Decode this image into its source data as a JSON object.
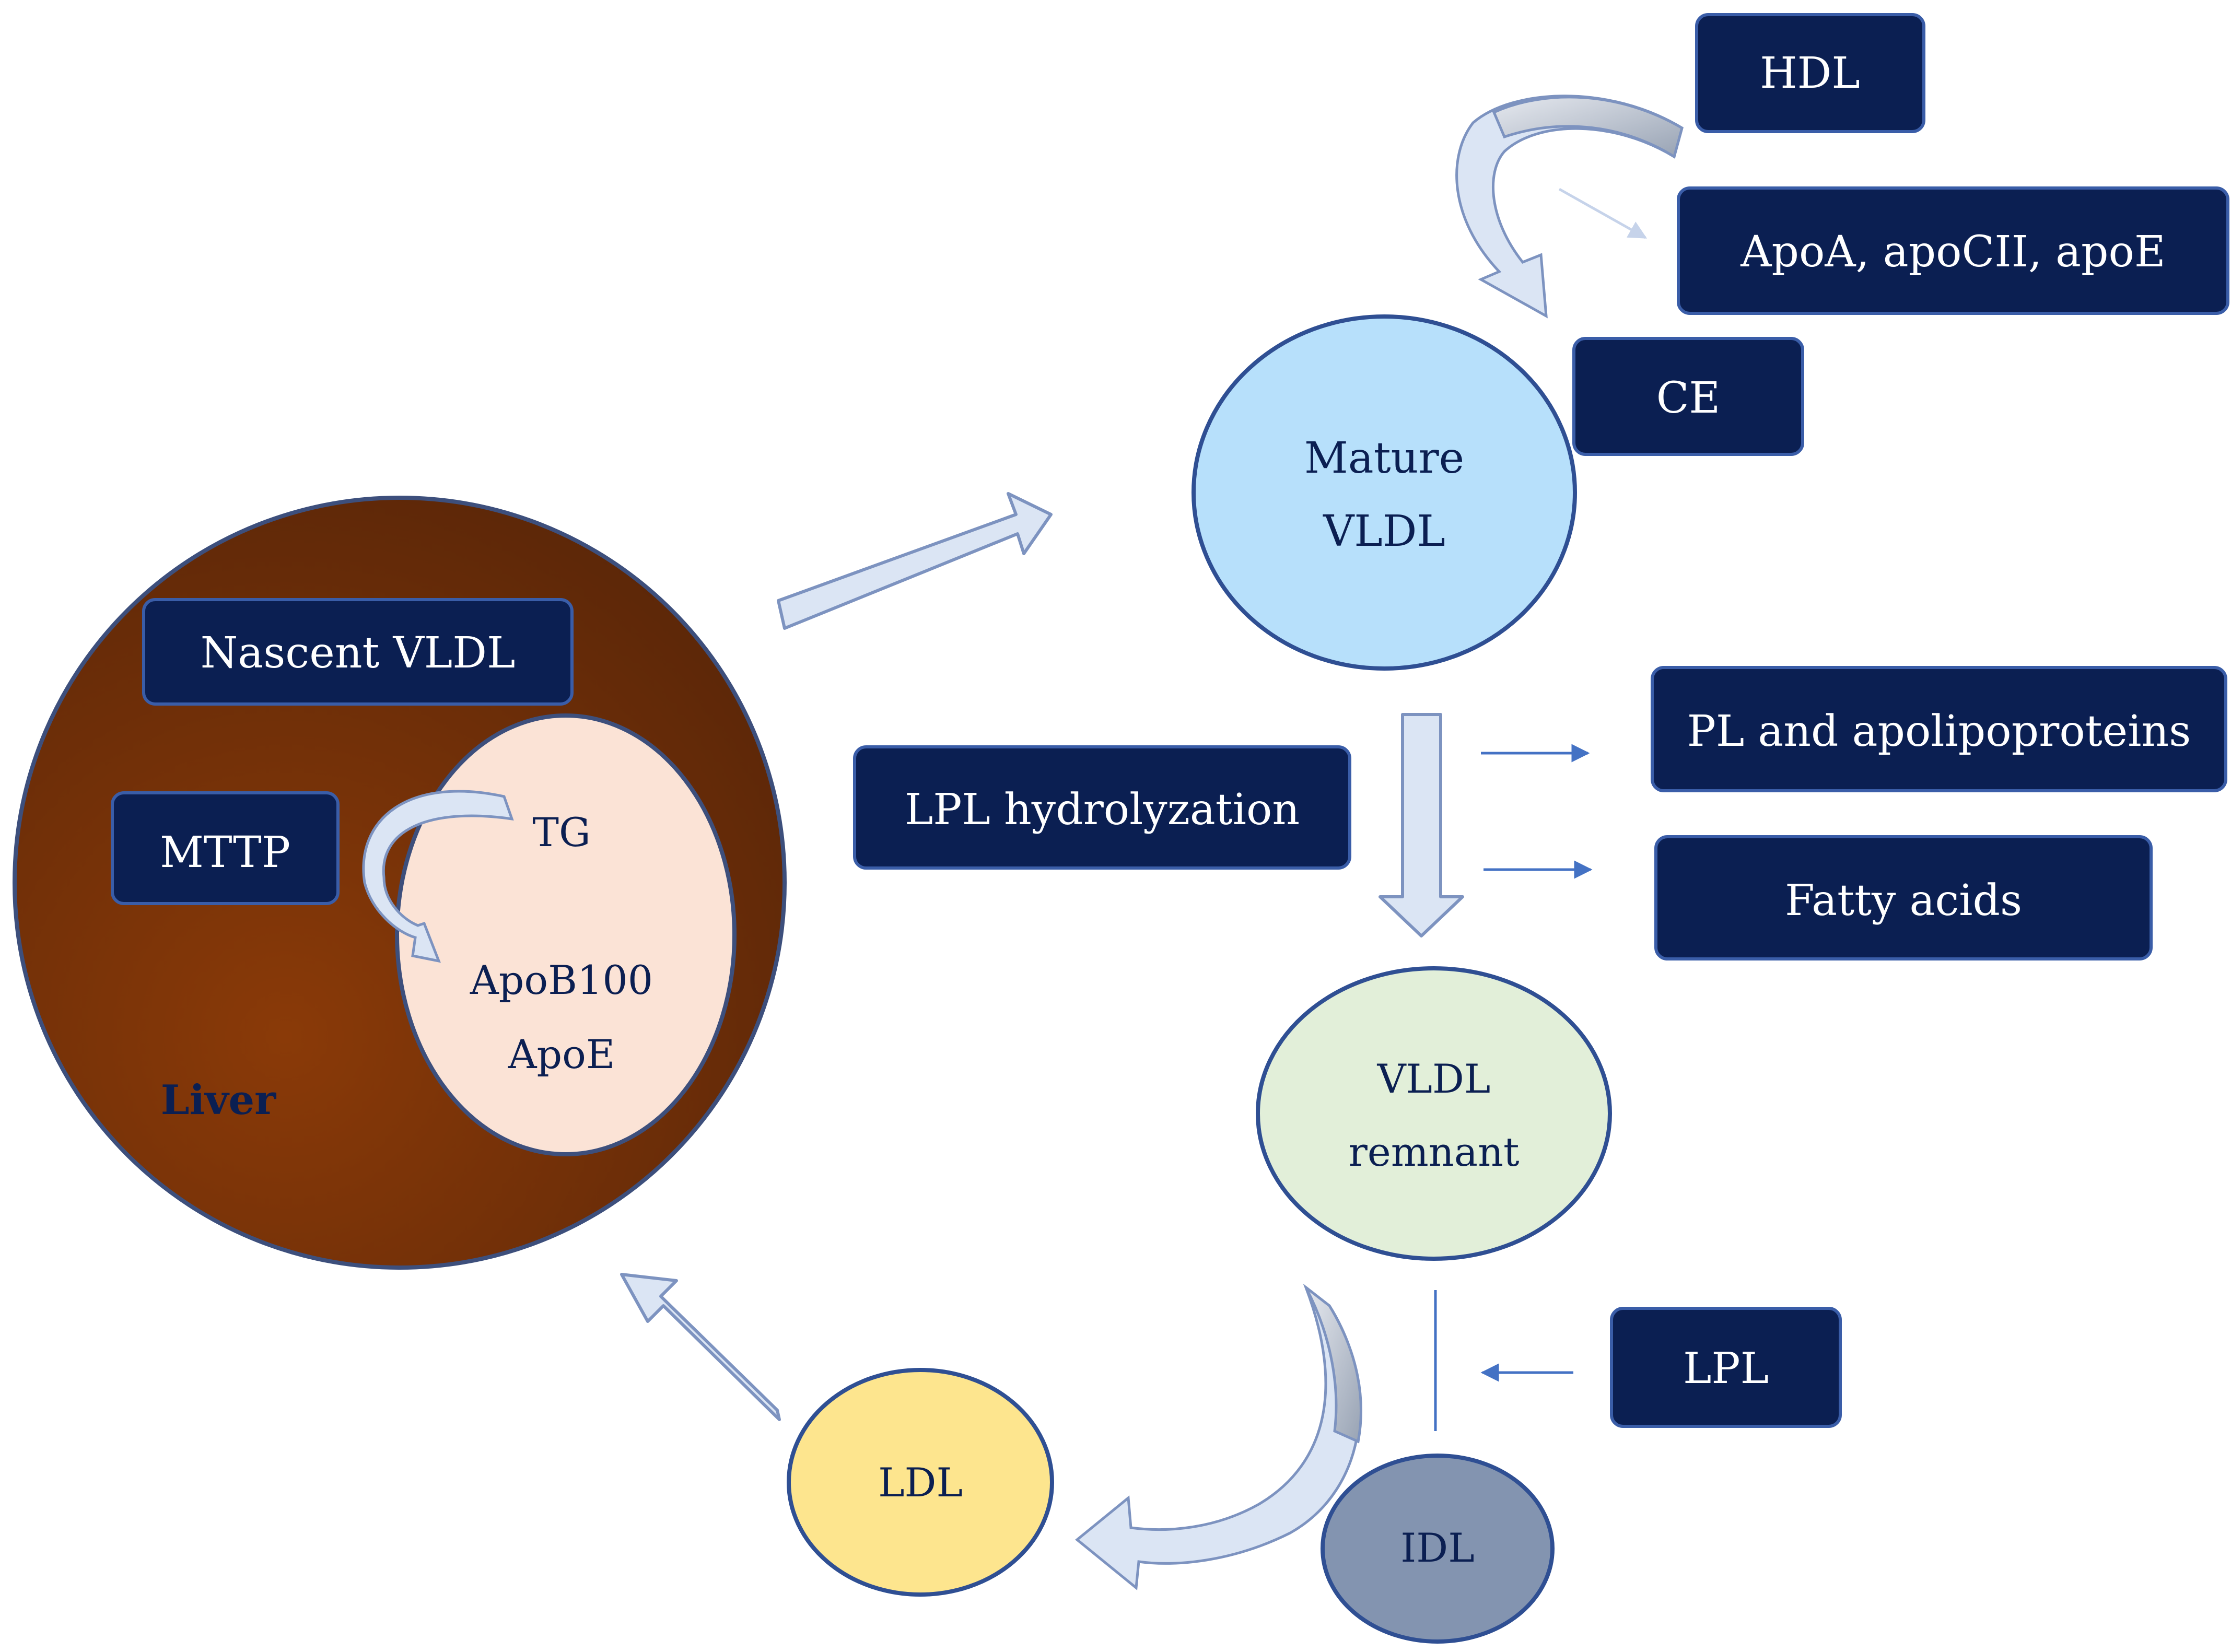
{
  "liver": {
    "label": "Liver",
    "nascent_vldl": "Nascent VLDL",
    "mttp": "MTTP",
    "tg": "TG",
    "apob100": "ApoB100",
    "apoe": "ApoE"
  },
  "mature_vldl": {
    "line1": "Mature",
    "line2": "VLDL"
  },
  "hdl": "HDL",
  "apos": "ApoA, apoCII, apoE",
  "ce": "CE",
  "lpl_hydrolyzation": "LPL hydrolyzation",
  "pl_apolipoproteins": "PL and apolipoproteins",
  "fatty_acids": "Fatty acids",
  "vldl_remnant": {
    "line1": "VLDL",
    "line2": "remnant"
  },
  "lpl": "LPL",
  "idl": "IDL",
  "ldl": "LDL",
  "colors": {
    "navy_box": "#0b1f52",
    "liver_dark": "#5a2608",
    "liver_light": "#8a3a08",
    "mature_vldl": "#b7e0fb",
    "vldl_remnant": "#e2efd9",
    "idl": "#8394b0",
    "ldl": "#fde58e",
    "arrow_fill": "#dbe5f4",
    "arrow_stroke": "#7d93c0",
    "thin_arrow": "#4472c4"
  }
}
